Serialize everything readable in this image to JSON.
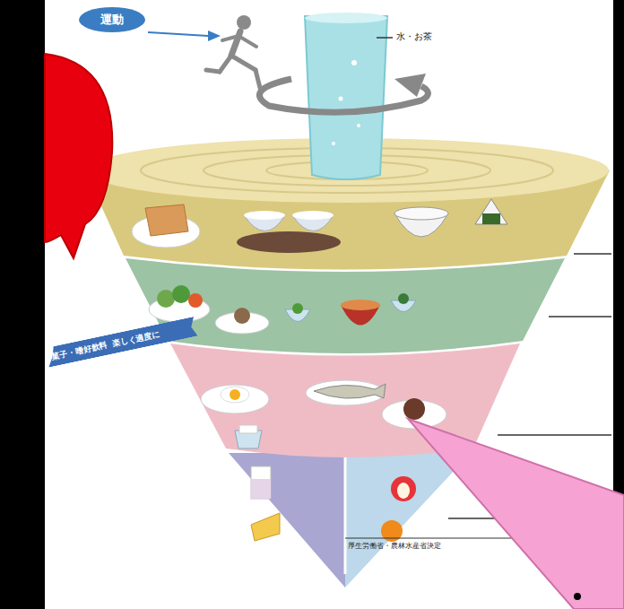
{
  "diagram": {
    "nodes": [
      {
        "text": [
          "運動"
        ]
      },
      {
        "text": [
          "菓子・嗜好飲料",
          "楽しく適度に"
        ]
      }
    ],
    "labels": [
      "水・お茶",
      "厚生労働省・農林水産省決定"
    ]
  }
}
